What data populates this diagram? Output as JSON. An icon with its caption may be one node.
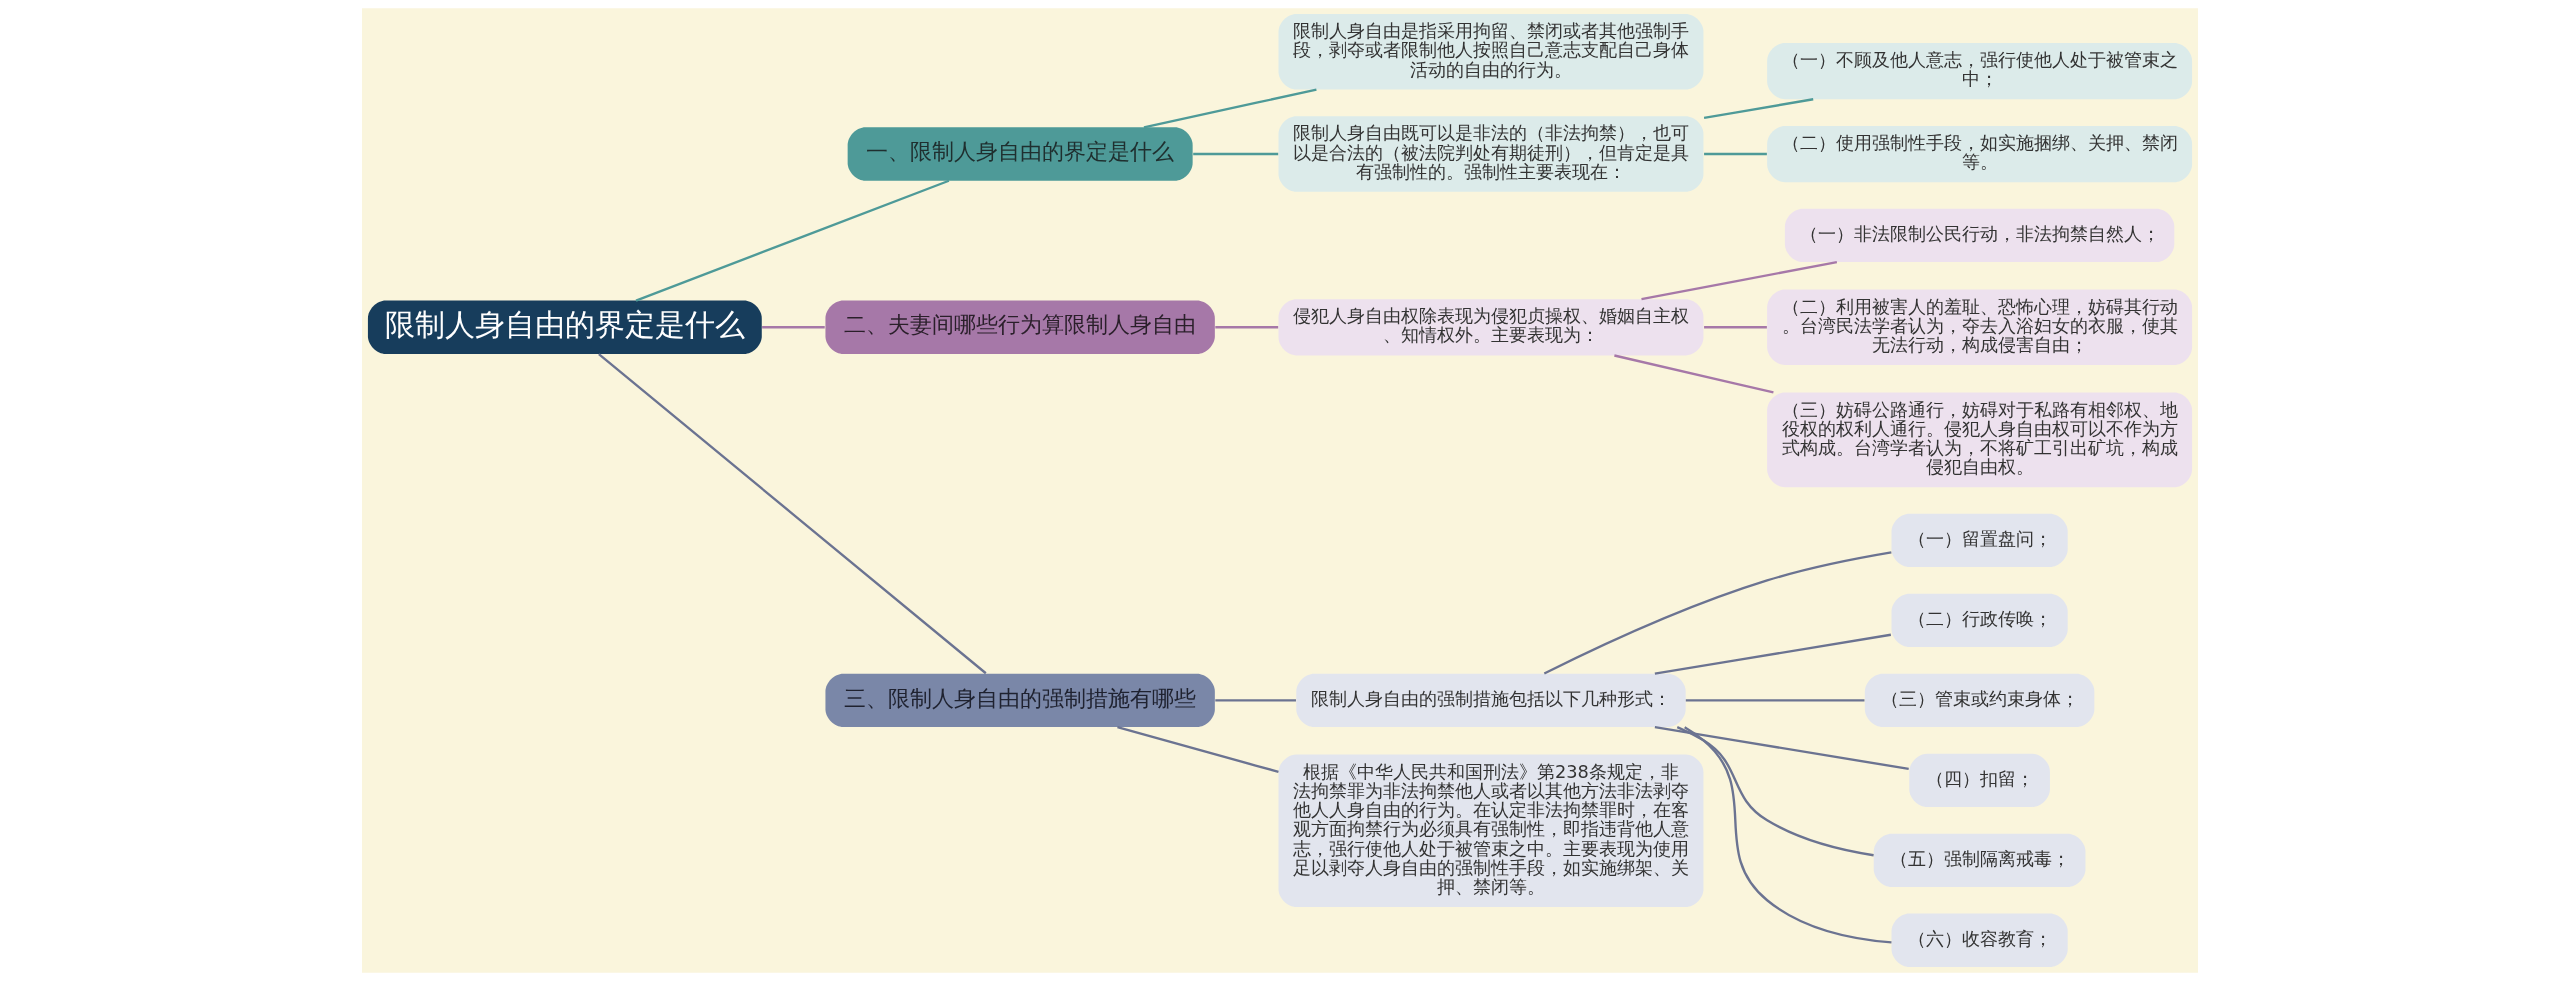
{
  "diagram": {
    "nodes": [
      {
        "text": [
          "限制人身自由的界定是什么"
        ]
      },
      {
        "text": [
          "一、限制人身自由的界定是什么"
        ]
      },
      {
        "text": [
          "限制人身自由是指采用拘留、禁闭或者其他强制手段，剥夺或者限制他人按照自己意志支配自己身体活动的自由的行为。"
        ]
      },
      {
        "text": [
          "限制人身自由既可以是非法的（非法拘禁），也可以是合法的（被法院判处有期徒刑），但肯定是具有强制性的。强制性主要表现在："
        ]
      },
      {
        "text": [
          "（一）不顾及他人意志，强行使他人处于被管束之中；"
        ]
      },
      {
        "text": [
          "（二）使用强制性手段，如实施捆绑、关押、禁闭等。"
        ]
      },
      {
        "text": [
          "二、夫妻间哪些行为算限制人身自由"
        ]
      },
      {
        "text": [
          "侵犯人身自由权除表现为侵犯贞操权、婚姻自主权、知情权外。主要表现为："
        ]
      },
      {
        "text": [
          "（一）非法限制公民行动，非法拘禁自然人；"
        ]
      },
      {
        "text": [
          "（二）利用被害人的羞耻、恐怖心理，妨碍其行动。台湾民法学者认为，夺去入浴妇女的衣服，使其无法行动，构成侵害自由；"
        ]
      },
      {
        "text": [
          "（三）妨碍公路通行，妨碍对于私路有相邻权、地役权的权利人通行。侵犯人身自由权可以不作为方式构成。台湾学者认为，不将矿工引出矿坑，构成侵犯自由权。"
        ]
      },
      {
        "text": [
          "三、限制人身自由的强制措施有哪些"
        ]
      },
      {
        "text": [
          "限制人身自由的强制措施包括以下几种形式："
        ]
      },
      {
        "text": [
          "（一）留置盘问；"
        ]
      },
      {
        "text": [
          "（二）行政传唤；"
        ]
      },
      {
        "text": [
          "（三）管束或约束身体；"
        ]
      },
      {
        "text": [
          "（四）扣留；"
        ]
      },
      {
        "text": [
          "（五）强制隔离戒毒；"
        ]
      },
      {
        "text": [
          "（六）收容教育；"
        ]
      },
      {
        "text": [
          "根据《中华人民共和国刑法》第238条规定，非法拘禁罪为非法拘禁他人或者以其他方法非法剥夺他人人身自由的行为。在认定非法拘禁罪时，在客观方面拘禁行为必须具有强制性，即指违背他人意志，强行使他人处于被管束之中。主要表现为使用足以剥夺人身自由的强制性手段，如实施绑架、关押、禁闭等。"
        ]
      }
    ],
    "edges": [
      {
        "from": 0,
        "to": 1,
        "arrow": "none",
        "color": "#4e9a98"
      },
      {
        "from": 1,
        "to": 2,
        "arrow": "none",
        "color": "#4e9a98"
      },
      {
        "from": 1,
        "to": 3,
        "arrow": "none",
        "color": "#4e9a98"
      },
      {
        "from": 3,
        "to": 4,
        "arrow": "none",
        "color": "#4e9a98"
      },
      {
        "from": 3,
        "to": 5,
        "arrow": "none",
        "color": "#4e9a98"
      },
      {
        "from": 0,
        "to": 6,
        "arrow": "none",
        "color": "#a678a8"
      },
      {
        "from": 6,
        "to": 7,
        "arrow": "none",
        "color": "#a678a8"
      },
      {
        "from": 7,
        "to": 8,
        "arrow": "none",
        "color": "#a678a8"
      },
      {
        "from": 7,
        "to": 9,
        "arrow": "none",
        "color": "#a678a8"
      },
      {
        "from": 7,
        "to": 10,
        "arrow": "none",
        "color": "#a678a8"
      },
      {
        "from": 0,
        "to": 11,
        "arrow": "none"
      },
      {
        "from": 11,
        "to": 12,
        "arrow": "none"
      },
      {
        "from": 12,
        "to": 13,
        "arrow": "none"
      },
      {
        "from": 12,
        "to": 14,
        "arrow": "none"
      },
      {
        "from": 12,
        "to": 15,
        "arrow": "none"
      },
      {
        "from": 12,
        "to": 16,
        "arrow": "none"
      },
      {
        "from": 12,
        "to": 17,
        "arrow": "none"
      },
      {
        "from": 12,
        "to": 18,
        "arrow": "none"
      },
      {
        "from": 11,
        "to": 19,
        "arrow": "none"
      }
    ]
  }
}
